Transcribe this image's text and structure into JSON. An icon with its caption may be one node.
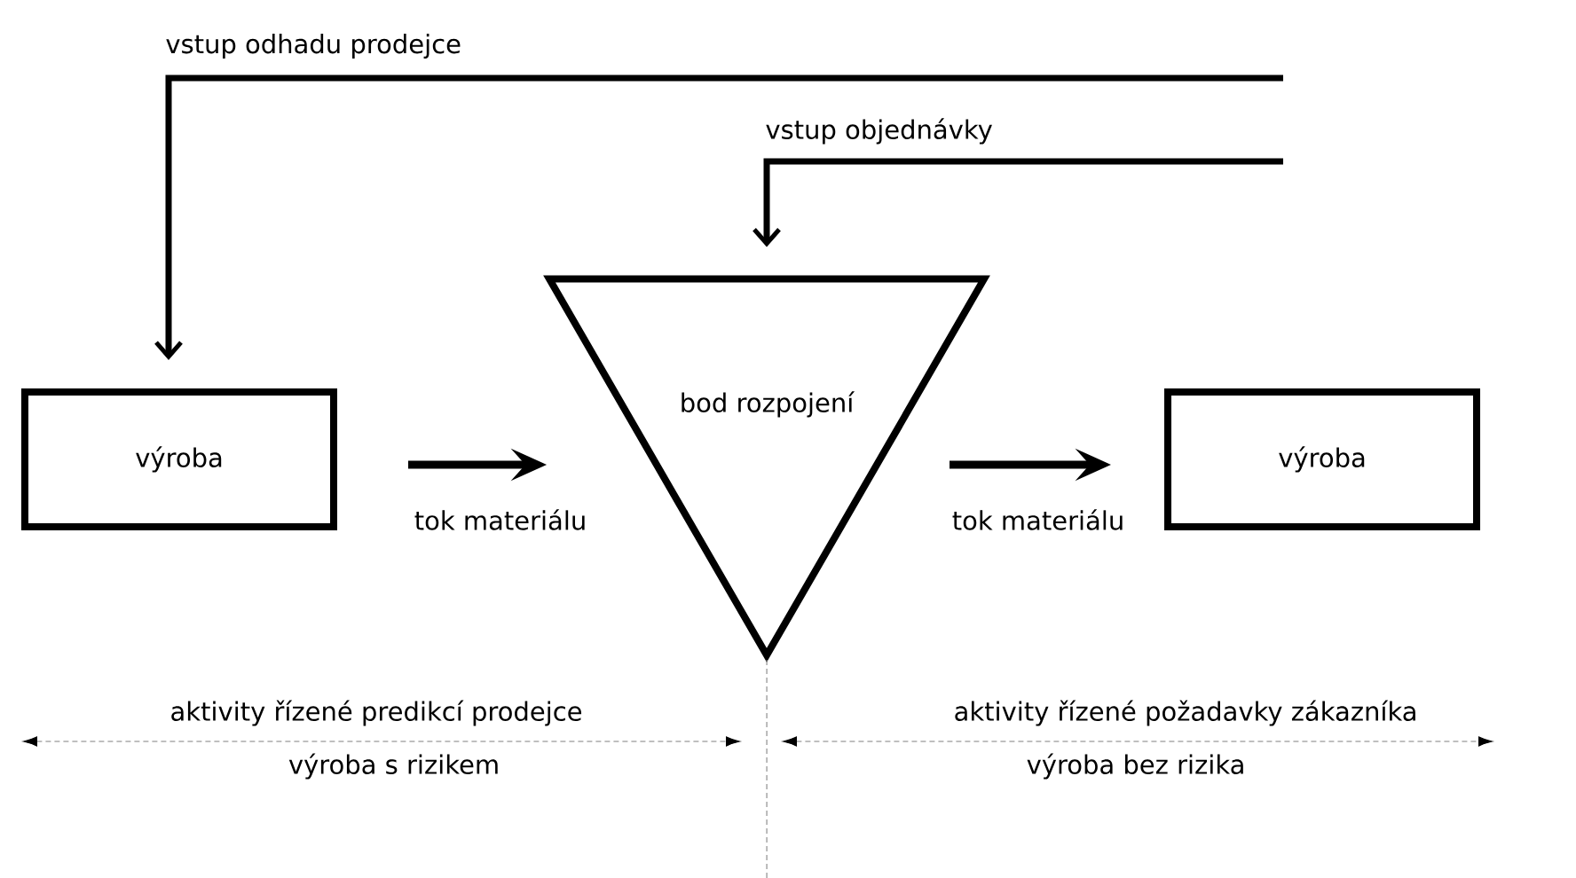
{
  "diagram": {
    "nodes": [
      {
        "text": [
          "výroba"
        ]
      },
      {
        "text": [
          "bod rozpojení"
        ]
      },
      {
        "text": [
          "výroba"
        ]
      }
    ],
    "edges": [
      {
        "from": null,
        "to": 0,
        "arrow": "to",
        "label": "vstup odhadu prodejce"
      },
      {
        "from": null,
        "to": 1,
        "arrow": "to",
        "label": "vstup objednávky"
      },
      {
        "from": 0,
        "to": 1,
        "arrow": "to",
        "label": "tok materiálu"
      },
      {
        "from": 1,
        "to": 2,
        "arrow": "to",
        "label": "tok materiálu"
      }
    ],
    "labels": [
      "aktivity řízené predikcí prodejce",
      "aktivity řízené požadavky zákazníka",
      "výroba s rizikem",
      "výroba bez rizika"
    ]
  }
}
